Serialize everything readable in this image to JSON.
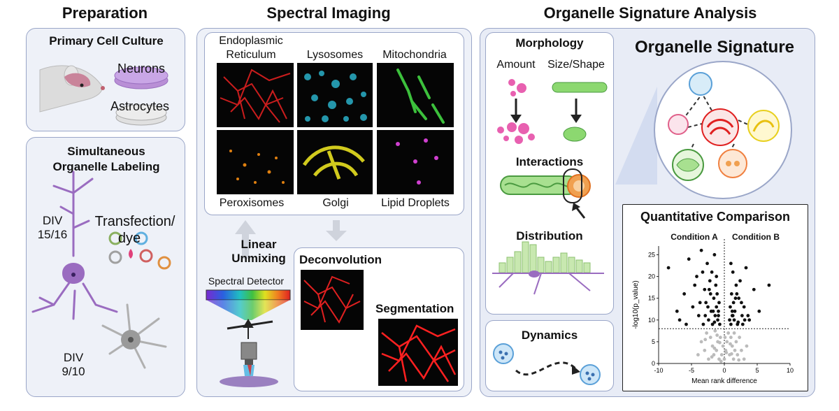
{
  "sections": {
    "preparation": "Preparation",
    "spectral_imaging": "Spectral Imaging",
    "organelle_analysis": "Organelle Signature Analysis"
  },
  "preparation": {
    "primary_culture": "Primary Cell Culture",
    "neurons": "Neurons",
    "astrocytes": "Astrocytes",
    "labeling_line1": "Simultaneous",
    "labeling_line2": "Organelle Labeling",
    "div_neuron_1": "DIV",
    "div_neuron_2": "15/16",
    "transfection_1": "Transfection/",
    "transfection_2": "dye",
    "div_astro_1": "DIV",
    "div_astro_2": "9/10"
  },
  "spectral": {
    "er_1": "Endoplasmic",
    "er_2": "Reticulum",
    "lysosomes": "Lysosomes",
    "mitochondria": "Mitochondria",
    "peroxisomes": "Peroxisomes",
    "golgi": "Golgi",
    "lipid_droplets": "Lipid Droplets",
    "linear_1": "Linear",
    "linear_2": "Unmixing",
    "spectral_detector": "Spectral Detector",
    "deconvolution": "Deconvolution",
    "segmentation": "Segmentation"
  },
  "analysis": {
    "morphology": "Morphology",
    "amount": "Amount",
    "size_shape": "Size/Shape",
    "interactions": "Interactions",
    "distribution": "Distribution",
    "dynamics": "Dynamics",
    "organelle_signature": "Organelle Signature",
    "quant_comparison": "Quantitative Comparison"
  },
  "colors": {
    "er": "#e02020",
    "lysosome": "#2ab0c8",
    "mito": "#3cc03c",
    "perox": "#e08010",
    "golgi": "#e8e020",
    "lipid": "#d040d0",
    "neuron": "#9a6cc0",
    "astro": "#9a9a9a",
    "panel_border": "#9aa6c8"
  },
  "chart_data": {
    "type": "scatter",
    "title": "",
    "condition_a": "Condition A",
    "condition_b": "Condition B",
    "xlabel": "Mean rank difference",
    "ylabel": "-log10(p_value)",
    "xlim": [
      -10,
      10
    ],
    "ylim": [
      0,
      27
    ],
    "xticks": [
      -10,
      -5,
      0,
      5,
      10
    ],
    "yticks": [
      0,
      5,
      10,
      15,
      20,
      25
    ],
    "threshold_y": 8,
    "significant": {
      "x": [
        -8.5,
        -7.2,
        -6.1,
        -5.4,
        -4.8,
        -4.2,
        -3.9,
        -3.5,
        -3.2,
        -3.0,
        -2.8,
        -2.6,
        -2.4,
        -2.2,
        -2.0,
        -1.9,
        -1.8,
        -1.6,
        -1.5,
        -1.4,
        -1.3,
        -1.2,
        -1.1,
        -1.0,
        -0.9,
        -0.8,
        -0.7,
        -4.5,
        -3.7,
        -2.9,
        -2.1,
        -1.7,
        -1.2,
        -5.8,
        -6.8,
        -3.3,
        -2.5,
        -1.5,
        -0.9,
        -2.3,
        0.8,
        0.9,
        1.0,
        1.1,
        1.2,
        1.3,
        1.4,
        1.5,
        1.6,
        1.8,
        2.0,
        2.2,
        2.4,
        2.7,
        3.0,
        3.3,
        3.8,
        4.5,
        5.3,
        6.8,
        1.0,
        1.3,
        1.7,
        2.1,
        2.6,
        3.1,
        1.2,
        1.9,
        2.8,
        3.6
      ],
      "y": [
        22,
        12,
        16,
        24,
        13,
        20,
        11,
        26,
        9,
        17,
        14,
        23,
        10,
        19,
        12,
        21,
        9,
        15,
        25,
        11,
        18,
        13,
        16,
        10,
        12,
        14,
        9,
        18,
        14,
        11,
        16,
        12,
        20,
        9,
        10,
        21,
        13,
        9.5,
        11,
        17,
        10,
        13,
        9,
        16,
        11,
        21,
        14,
        10,
        12,
        18,
        9,
        15,
        19,
        11,
        13,
        22,
        10,
        17,
        12,
        18,
        23,
        11,
        15,
        9.5,
        14,
        10,
        12,
        16,
        9,
        11
      ]
    },
    "nonsignificant": {
      "x": [
        -4.0,
        -3.5,
        -3.0,
        -2.7,
        -2.4,
        -2.1,
        -1.8,
        -1.6,
        -1.4,
        -1.2,
        -1.0,
        -0.8,
        -0.6,
        -0.4,
        -0.2,
        0.0,
        0.2,
        0.4,
        0.6,
        0.8,
        1.0,
        1.2,
        1.4,
        1.6,
        1.8,
        2.0,
        2.3,
        2.6,
        3.0,
        3.4,
        -2.9,
        -1.9,
        -1.1,
        -0.5,
        0.3,
        0.9,
        1.5,
        2.2,
        -1.5,
        0.1,
        1.1,
        -0.7
      ],
      "y": [
        2,
        5,
        3,
        7,
        1,
        6,
        4,
        2,
        7.5,
        3,
        5,
        1,
        6,
        2,
        4,
        1,
        3,
        5,
        7,
        2,
        6,
        4,
        1,
        3,
        5,
        2,
        6,
        3,
        1,
        4,
        5.5,
        1.5,
        6.5,
        0.5,
        2.5,
        4.5,
        7,
        0.8,
        3.5,
        6,
        2.2,
        4.8
      ]
    }
  }
}
